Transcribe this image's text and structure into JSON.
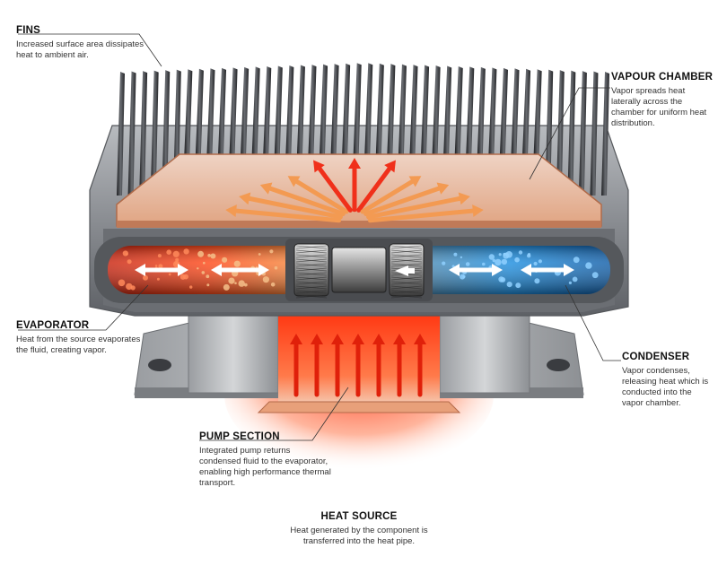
{
  "callouts": {
    "fins": {
      "title": "FINS",
      "text": "Increased surface area dissipates heat to ambient air."
    },
    "vapour_chamber": {
      "title": "VAPOUR CHAMBER",
      "text": "Vapor spreads heat laterally across the chamber for uniform heat distribution."
    },
    "evaporator": {
      "title": "EVAPORATOR",
      "text": "Heat from the source evaporates the fluid, creating vapor."
    },
    "condenser": {
      "title": "CONDENSER",
      "text": "Vapor condenses, releasing heat which is conducted into the vapor chamber."
    },
    "pump_section": {
      "title": "PUMP SECTION",
      "text": "Integrated pump returns condensed fluid to the evaporator, enabling high performance thermal transport."
    },
    "heat_source": {
      "title": "HEAT SOURCE",
      "text": "Heat generated by the component is transferred into the heat pipe."
    }
  },
  "colors": {
    "hot": "#ff3a1a",
    "warm": "#f08a3a",
    "cool": "#2a9ee8",
    "copper": "#d8967a",
    "metal": "#8a8d92",
    "fin": "#3a3c40"
  }
}
